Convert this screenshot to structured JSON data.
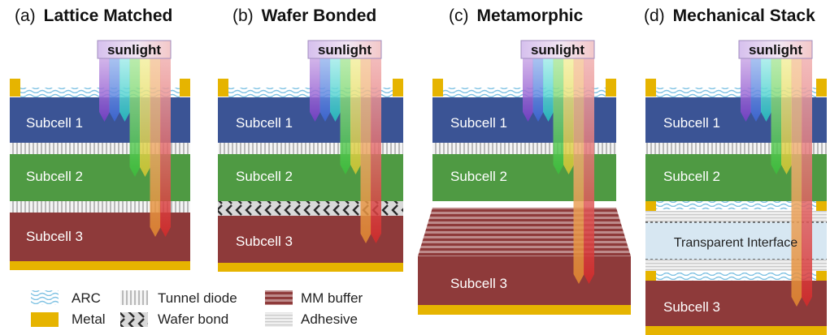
{
  "panels": [
    {
      "label": "(a)",
      "name": "Lattice Matched"
    },
    {
      "label": "(b)",
      "name": "Wafer Bonded"
    },
    {
      "label": "(c)",
      "name": "Metamorphic"
    },
    {
      "label": "(d)",
      "name": "Mechanical Stack"
    }
  ],
  "sunlight_label": "sunlight",
  "subcells": [
    "Subcell 1",
    "Subcell 2",
    "Subcell 3"
  ],
  "interface_label": "Transparent Interface",
  "legend": {
    "arc": "ARC",
    "metal": "Metal",
    "tunnel": "Tunnel diode",
    "wafer_bond": "Wafer bond",
    "mm_buffer": "MM buffer",
    "adhesive": "Adhesive"
  },
  "colors": {
    "subcell1": "#3b5495",
    "subcell2": "#4f9a43",
    "subcell3": "#8e3a3a",
    "metal": "#e6b400",
    "arc": "#cfe6f3",
    "interface": "#d7e7f2"
  }
}
